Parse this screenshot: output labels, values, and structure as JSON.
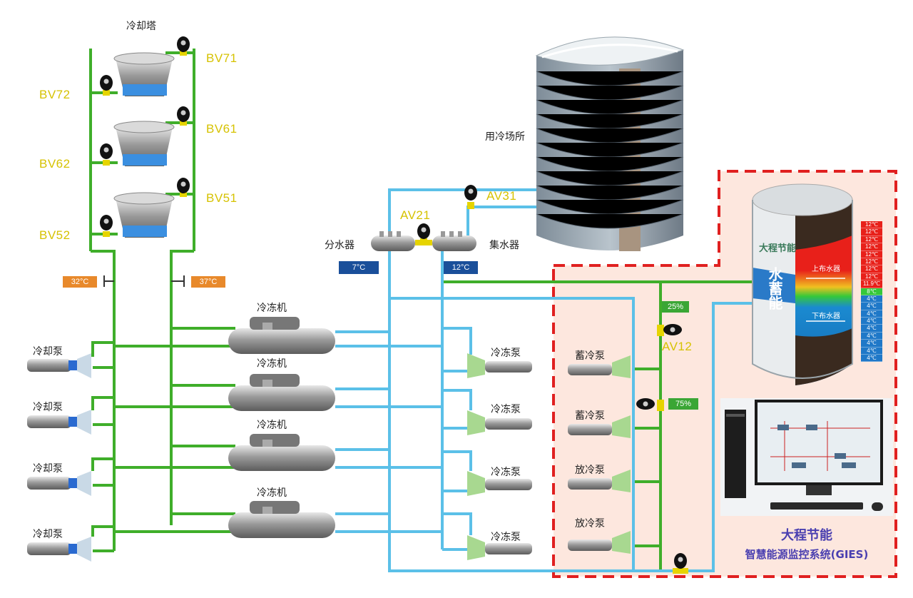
{
  "labels": {
    "cooling_tower": "冷却塔",
    "cooling_site": "用冷场所",
    "supply_manifold": "分水器",
    "return_manifold": "集水器",
    "upper_diffuser": "上布水器",
    "lower_diffuser": "下布水器",
    "tank_name": "水蓄能",
    "tank_logo": "大程节能"
  },
  "valves": {
    "bv71": "BV71",
    "bv72": "BV72",
    "bv61": "BV61",
    "bv62": "BV62",
    "bv51": "BV51",
    "bv52": "BV52",
    "av31": "AV31",
    "av21": "AV21",
    "av12": "AV12"
  },
  "tags": {
    "cw_supply": "32°C",
    "cw_return": "37°C",
    "chw_supply": "7°C",
    "chw_return": "12°C",
    "valve_upper_pct": "25%",
    "valve_lower_pct": "75%"
  },
  "equipment": {
    "chiller": "冷冻机",
    "cooling_pump": "冷却泵",
    "chilled_pump": "冷冻泵",
    "storage_pump": "蓄冷泵",
    "discharge_pump": "放冷泵"
  },
  "tank_temps": [
    "12℃",
    "12℃",
    "12℃",
    "12℃",
    "12℃",
    "12℃",
    "12℃",
    "12℃",
    "11.9℃",
    "8℃",
    "4℃",
    "4℃",
    "4℃",
    "4℃",
    "4℃",
    "4℃",
    "4℃",
    "4℃",
    "4℃"
  ],
  "brand": {
    "company": "大程节能",
    "system": "智慧能源监控系统(GIES)"
  },
  "colors": {
    "green_pipe": "#3fae2a",
    "blue_pipe": "#5bc0e8",
    "valve_label": "#d6c200",
    "dashed_border": "#e02020",
    "zone_fill": "#fde7de",
    "brand": "#4a3fb0"
  }
}
